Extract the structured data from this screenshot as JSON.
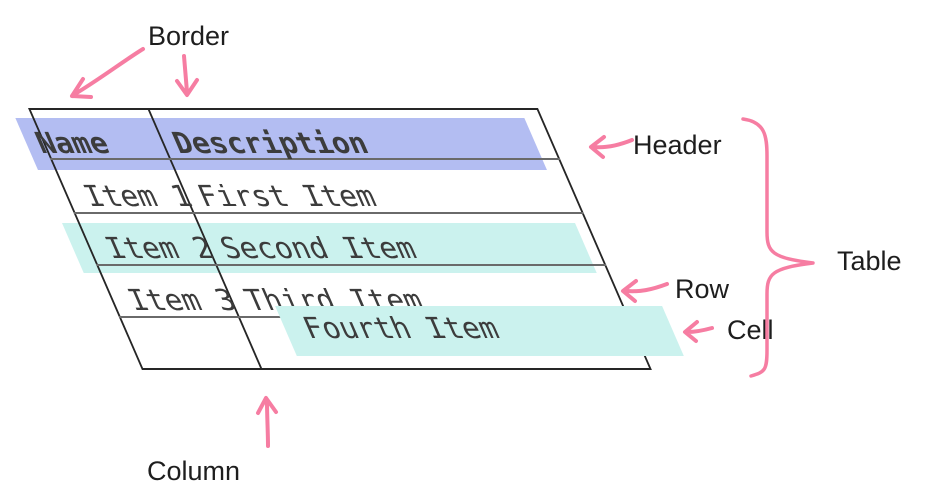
{
  "diagram": {
    "labels": {
      "border": "Border",
      "header": "Header",
      "table": "Table",
      "row": "Row",
      "cell": "Cell",
      "column": "Column"
    },
    "table": {
      "columns": [
        "Name",
        "Description"
      ],
      "rows": [
        [
          "Item 1",
          "First Item"
        ],
        [
          "Item 2",
          "Second Item"
        ],
        [
          "Item 3",
          "Third Item"
        ],
        [
          "",
          "Fourth Item"
        ]
      ]
    },
    "colors": {
      "header_highlight": "#b3bdf2",
      "row_highlight": "#cbf2ee",
      "cell_highlight": "#cbf2ee",
      "annotation_pink": "#f67da2",
      "outer_border": "#262626",
      "grid_line": "#6a6a6a",
      "table_text": "#3c3c3c",
      "label_text": "#1e1e1e",
      "background": "#ffffff"
    }
  }
}
